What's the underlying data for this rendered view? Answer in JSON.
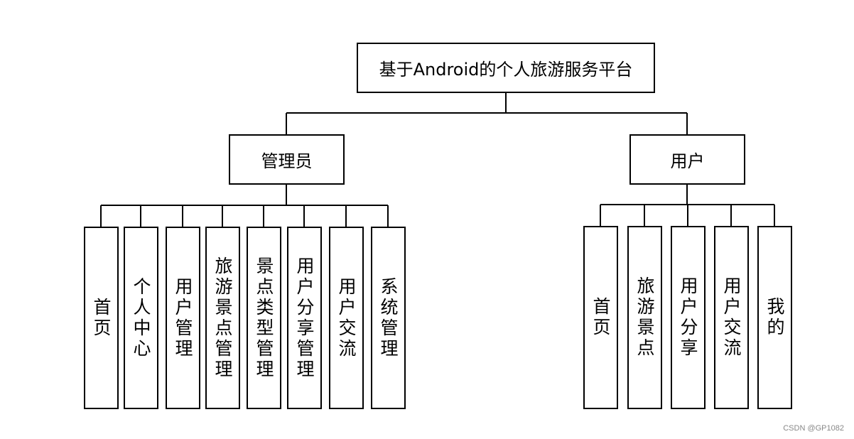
{
  "title": "基于Android的个人旅游服务平台",
  "roles": {
    "admin": {
      "label": "管理员",
      "items": [
        "首页",
        "个人中心",
        "用户管理",
        "旅游景点管理",
        "景点类型管理",
        "用户分享管理",
        "用户交流",
        "系统管理"
      ]
    },
    "user": {
      "label": "用户",
      "items": [
        "首页",
        "旅游景点",
        "用户分享",
        "用户交流",
        "我的"
      ]
    }
  },
  "watermark": "CSDN @GP1082",
  "colors": {
    "line": "#000000",
    "box_border": "#000000",
    "background": "#ffffff"
  }
}
